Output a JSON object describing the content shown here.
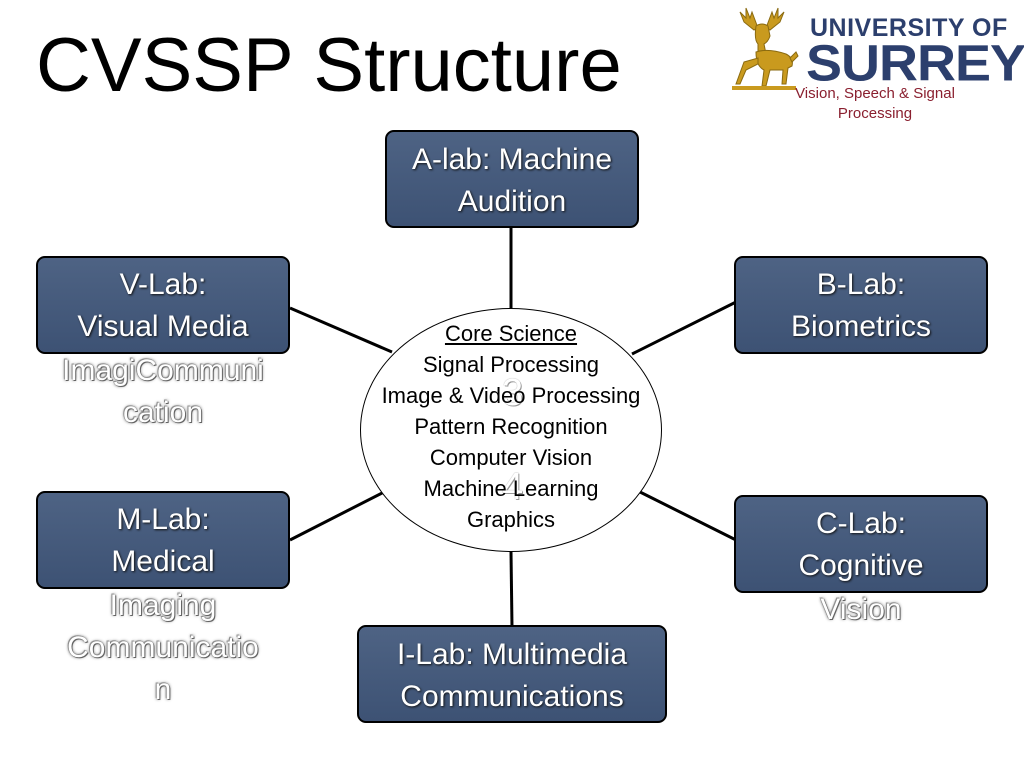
{
  "title": "CVSSP Structure",
  "logo": {
    "line1": "UNIVERSITY OF",
    "line2": "SURREY",
    "subtitle": "Vision, Speech & Signal Processing",
    "stag_color": "#c99a1e",
    "text_color": "#2c3f6d"
  },
  "core": {
    "heading": "Core Science",
    "items": [
      "Signal Processing",
      "Image & Video Processing",
      "Pattern Recognition",
      "Computer Vision",
      "Machine Learning",
      "Graphics"
    ],
    "ghost_digits": [
      "3",
      "4"
    ]
  },
  "labs": {
    "a_lab": {
      "label": "A-lab: Machine\nAudition"
    },
    "v_lab": {
      "label": "V-Lab:\nVisual Media",
      "overflow": "ImagiCommuni\ncation"
    },
    "b_lab": {
      "label": "B-Lab:\nBiometrics"
    },
    "m_lab": {
      "label": "M-Lab:\nMedical",
      "overflow": "Imaging\nCommunicatio\nn"
    },
    "c_lab": {
      "label": "C-Lab:\nCognitive",
      "overflow": "Vision"
    },
    "i_lab": {
      "label": "I-Lab: Multimedia\nCommunications"
    }
  },
  "colors": {
    "box_fill": "#465b7c",
    "subtitle": "#8a1f2f"
  }
}
